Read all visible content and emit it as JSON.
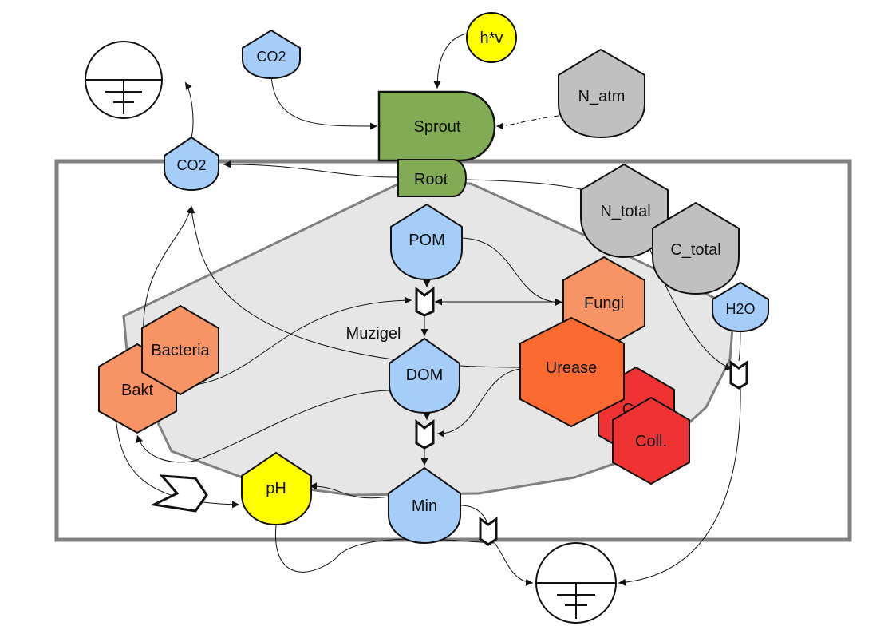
{
  "nodes": {
    "co2_top": "CO2",
    "co2_left": "CO2",
    "hv": "h*v",
    "sprout": "Sprout",
    "root": "Root",
    "n_atm": "N_atm",
    "n_total": "N_total",
    "c_total": "C_total",
    "pom": "POM",
    "dom": "DOM",
    "min": "Min",
    "ph": "pH",
    "h2o": "H2O",
    "fungi": "Fungi",
    "urease": "Urease",
    "c_partial": "C",
    "coll": "Coll.",
    "bacteria": "Bacteria",
    "bakt": "Bakt",
    "muzigel": "Muzigel"
  },
  "colors": {
    "blue": "#a6cdf8",
    "green": "#82ab55",
    "yellow": "#ffff00",
    "gray": "#c0c0c0",
    "orange": "#f79465",
    "orange_dark": "#fa6a30",
    "red": "#ef3232",
    "region": "#e6e6e6",
    "frame": "#808080"
  }
}
